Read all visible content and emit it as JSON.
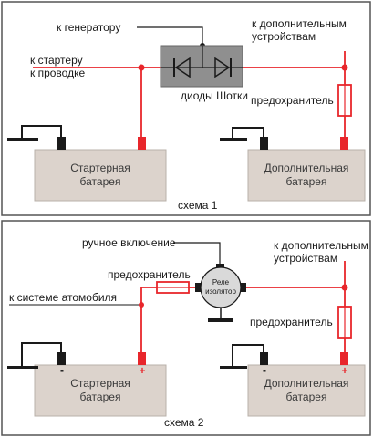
{
  "colors": {
    "wire_red": "#e8262b",
    "wire_black": "#1a1a1a",
    "battery_fill": "#dcd3cc",
    "diode_box": "#8f8f8f",
    "frame": "#555555"
  },
  "scheme1": {
    "label_generator": "к генератору",
    "label_starter_line1": "к стартеру",
    "label_starter_line2": "к проводке",
    "label_extra_line1": "к дополнительным",
    "label_extra_line2": "устройствам",
    "label_diodes": "диоды Шотки",
    "label_fuse": "предохранитель",
    "battery_left_line1": "Стартерная",
    "battery_left_line2": "батарея",
    "battery_right_line1": "Дополнительная",
    "battery_right_line2": "батарея",
    "minus": "-",
    "plus": "+",
    "caption": "схема 1"
  },
  "scheme2": {
    "label_manual": "ручное включение",
    "label_extra_line1": "к дополнительным",
    "label_extra_line2": "устройствам",
    "label_fuse_left": "предохранитель",
    "label_system": "к системе атомобиля",
    "label_fuse_right": "предохранитель",
    "relay_line1": "Реле",
    "relay_line2": "изолятор",
    "battery_left_line1": "Стартерная",
    "battery_left_line2": "батарея",
    "battery_right_line1": "Дополнительная",
    "battery_right_line2": "батарея",
    "minus": "-",
    "plus": "+",
    "caption": "схема 2"
  }
}
